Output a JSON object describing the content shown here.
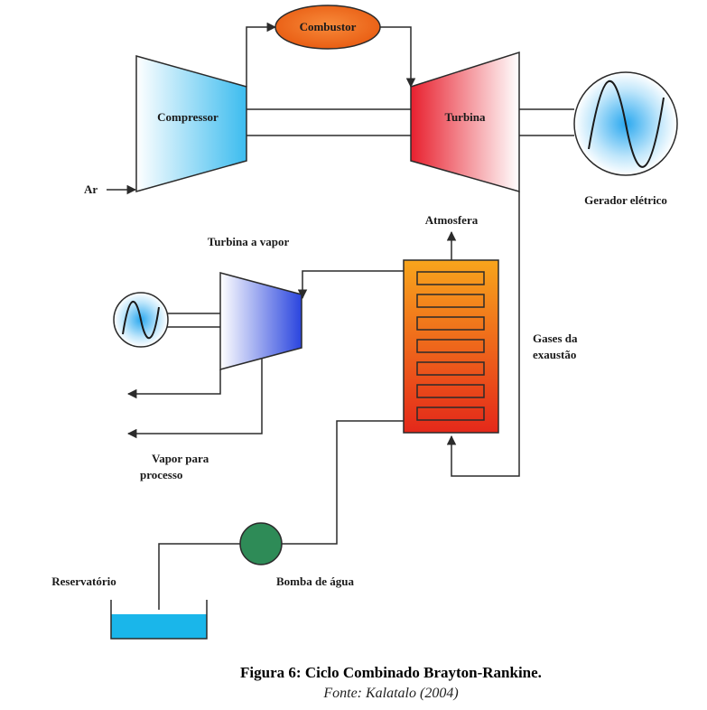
{
  "labels": {
    "combustor": "Combustor",
    "compressor": "Compressor",
    "turbina": "Turbina",
    "ar": "Ar",
    "gerador": "Gerador elétrico",
    "turbina_vapor": "Turbina a vapor",
    "atmosfera": "Atmosfera",
    "gases_line1": "Gases da",
    "gases_line2": "exaustão",
    "vapor_line1": "Vapor para",
    "vapor_line2": "processo",
    "reservatorio": "Reservatório",
    "bomba": "Bomba de água"
  },
  "caption": {
    "title": "Figura 6: Ciclo Combinado Brayton-Rankine.",
    "source": "Fonte: Kalatalo (2004)"
  },
  "colors": {
    "combustor": "#f26a1c",
    "compressor": "#4fc3f0",
    "turbine": "#ec2f3a",
    "generator": "#36b3f0",
    "steam_turbine": "#2f4de0",
    "hrsg_top": "#f7a21b",
    "hrsg_bottom": "#e62f18",
    "pump": "#2e8b57",
    "reservoir": "#1ab6ea"
  }
}
